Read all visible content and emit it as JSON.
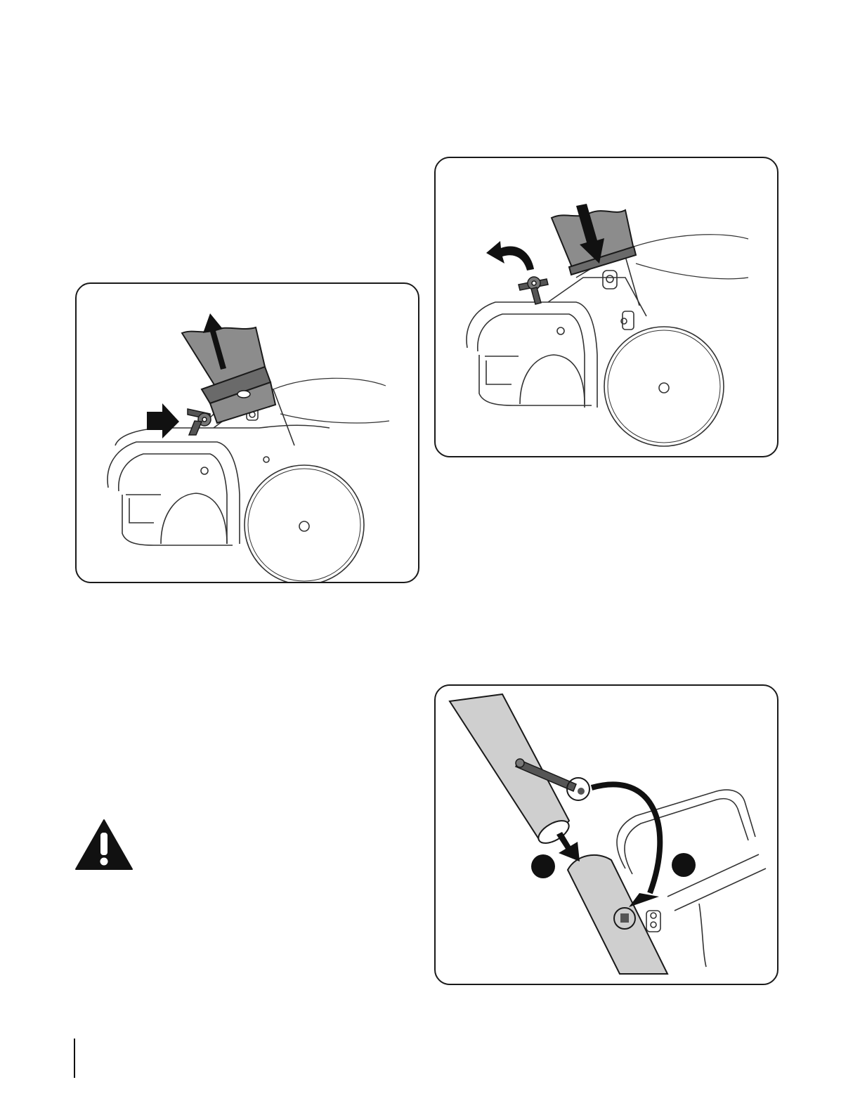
{
  "figures": [
    {
      "id": "handle-removal",
      "description_icons": [
        "tube-up-arrow-icon",
        "lever-push-arrow-icon"
      ]
    },
    {
      "id": "handle-installation",
      "description_icons": [
        "tube-down-arrow-icon",
        "lever-flip-arrow-icon"
      ]
    },
    {
      "id": "handle-connection",
      "description_icons": [
        "tube-insert-arrow-icon",
        "bolt-move-arrow-icon",
        "step-marker-1",
        "step-marker-2"
      ]
    }
  ],
  "warning": {
    "icon": "warning-triangle-icon"
  },
  "colors": {
    "line": "#1a1a1a",
    "tube_fill": "#8c8c8c",
    "tube_light": "#cfcfcf",
    "arrow": "#111111"
  }
}
